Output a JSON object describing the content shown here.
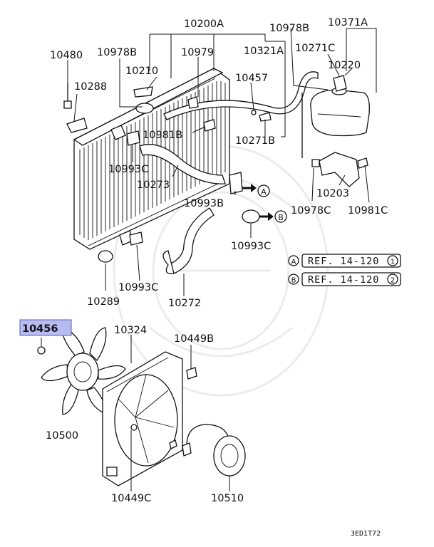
{
  "diagram": {
    "labels": {
      "p10200A": "10200A",
      "p10978B_top": "10978B",
      "p10371A": "10371A",
      "p10480": "10480",
      "p10978B_left": "10978B",
      "p10979": "10979",
      "p10321A": "10321A",
      "p10271C": "10271C",
      "p10210": "10210",
      "p10220": "10220",
      "p10288": "10288",
      "p10457": "10457",
      "p10981B": "10981B",
      "p10271B": "10271B",
      "p10993C_1": "10993C",
      "p10273": "10273",
      "p10993B": "10993B",
      "p10203": "10203",
      "p10978C": "10978C",
      "p10981C": "10981C",
      "p10993C_2": "10993C",
      "p10289": "10289",
      "p10993C_3": "10993C",
      "p10272": "10272",
      "p10456": "10456",
      "p10324": "10324",
      "p10449B": "10449B",
      "p10500": "10500",
      "p10449C": "10449C",
      "p10510": "10510"
    },
    "markers": {
      "a": "A",
      "b": "B"
    },
    "refs": [
      {
        "marker": "A",
        "text": "REF. 14-120",
        "num": "1"
      },
      {
        "marker": "B",
        "text": "REF. 14-120",
        "num": "2"
      }
    ],
    "footer_code": "3ED1T72",
    "highlight_color": "#b8bbf2"
  }
}
